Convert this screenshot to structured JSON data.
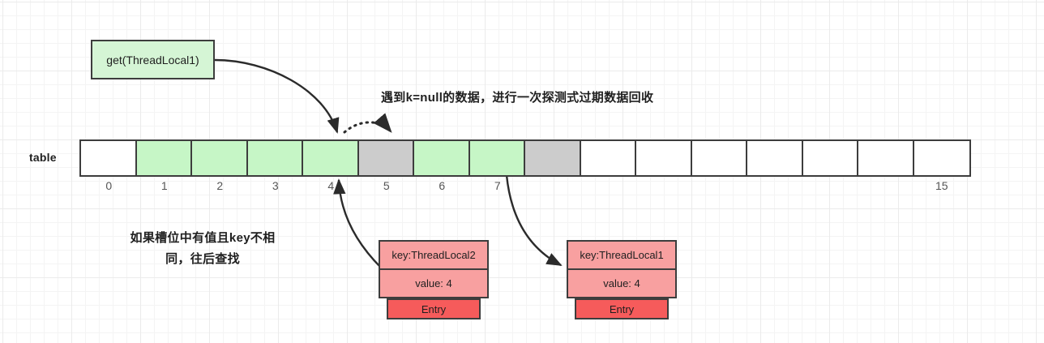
{
  "diagram": {
    "title_note": "遇到k=null的数据，进行一次探测式过期数据回收",
    "left_note_line1": "如果槽位中有值且key不相",
    "left_note_line2": "同，往后查找",
    "call_box_label": "get(ThreadLocal1)",
    "table_label": "table",
    "colors": {
      "green_fill": "#c6f6c6",
      "gray_fill": "#cccccc",
      "white_fill": "#ffffff",
      "entry_fill": "#f8a0a0",
      "entry_footer_fill": "#f65b5b",
      "stroke": "#3d3d3d"
    },
    "table": {
      "cells": [
        {
          "index": "0",
          "state": "white"
        },
        {
          "index": "1",
          "state": "green"
        },
        {
          "index": "2",
          "state": "green"
        },
        {
          "index": "3",
          "state": "green"
        },
        {
          "index": "4",
          "state": "green"
        },
        {
          "index": "5",
          "state": "gray"
        },
        {
          "index": "6",
          "state": "green"
        },
        {
          "index": "7",
          "state": "green"
        },
        {
          "index": "8",
          "state": "gray"
        },
        {
          "index": "9",
          "state": "white"
        },
        {
          "index": "10",
          "state": "white"
        },
        {
          "index": "11",
          "state": "white"
        },
        {
          "index": "12",
          "state": "white"
        },
        {
          "index": "13",
          "state": "white"
        },
        {
          "index": "14",
          "state": "white"
        },
        {
          "index": "15",
          "state": "white"
        }
      ],
      "visible_index_labels": [
        "0",
        "1",
        "2",
        "3",
        "4",
        "5",
        "6",
        "7",
        "15"
      ]
    },
    "entries": [
      {
        "key": "key:ThreadLocal2",
        "value": "value: 4",
        "type": "Entry"
      },
      {
        "key": "key:ThreadLocal1",
        "value": "value: 4",
        "type": "Entry"
      }
    ]
  }
}
